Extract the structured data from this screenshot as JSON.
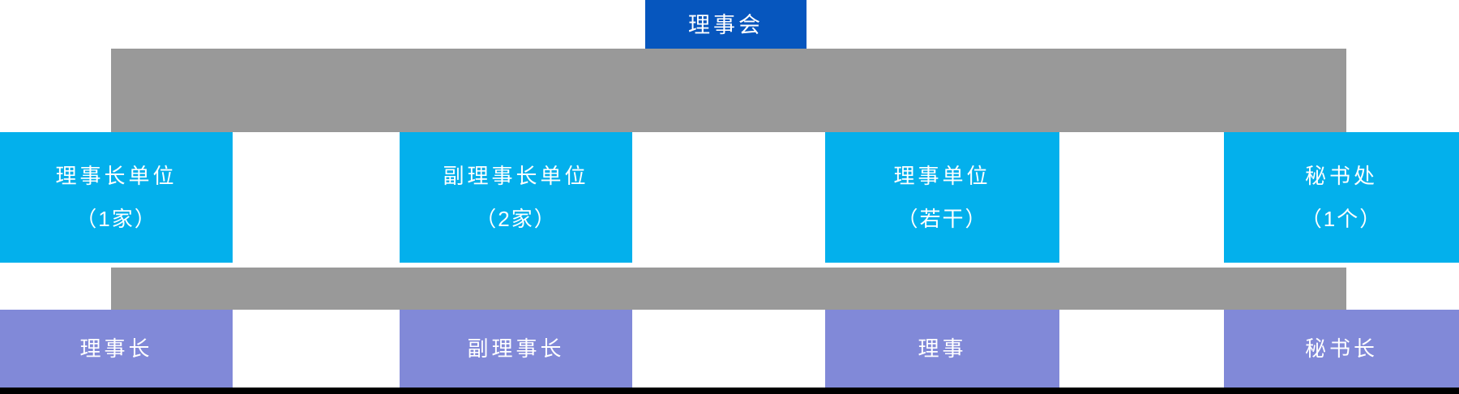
{
  "diagram": {
    "type": "organization-chart",
    "title": "理事会",
    "colors": {
      "board": "#0656be",
      "unit": "#03b0ec",
      "role": "#8189d8",
      "connector": "#999999",
      "text": "#ffffff",
      "background": "#ffffff",
      "bottom_strip": "#000000"
    },
    "board": {
      "label": "理事会"
    },
    "units": [
      {
        "label": "理事长单位",
        "count": "（1家）"
      },
      {
        "label": "副理事长单位",
        "count": "（2家）"
      },
      {
        "label": "理事单位",
        "count": "（若干）"
      },
      {
        "label": "秘书处",
        "count": "（1个）"
      }
    ],
    "roles": [
      {
        "label": "理事长"
      },
      {
        "label": "副理事长"
      },
      {
        "label": "理事"
      },
      {
        "label": "秘书长"
      }
    ]
  }
}
